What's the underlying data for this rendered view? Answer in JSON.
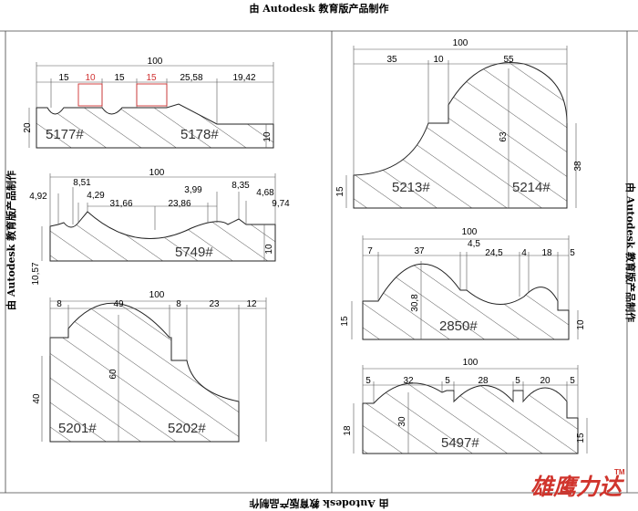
{
  "banner": {
    "text": "由 Autodesk 教育版产品制作"
  },
  "logo": {
    "brand": "雄鹰力达",
    "mark": "TM",
    "color": "#d0342c"
  },
  "profiles": [
    {
      "id": "p1",
      "labels": [
        "5177#",
        "5178#"
      ],
      "dims": {
        "total": "100",
        "segs": [
          "15",
          "10",
          "15",
          "15",
          "25,58",
          "19,42"
        ],
        "left_h": "20",
        "right_h": "10"
      }
    },
    {
      "id": "p2",
      "labels": [
        "5749#"
      ],
      "dims": {
        "total": "100",
        "top": [
          "8,51",
          "4,29",
          "31,66",
          "23,86",
          "3,99",
          "8,35"
        ],
        "side": [
          "4,92",
          "4,68",
          "9,74"
        ],
        "right_h": "10",
        "left_h": "10,57"
      }
    },
    {
      "id": "p3",
      "labels": [
        "5201#",
        "5202#"
      ],
      "dims": {
        "total": "100",
        "segs": [
          "8",
          "49",
          "8",
          "23",
          "12"
        ],
        "left_h": "40",
        "center_h": "60"
      }
    },
    {
      "id": "p4",
      "labels": [
        "5213#",
        "5214#"
      ],
      "dims": {
        "total": "100",
        "segs": [
          "35",
          "10",
          "55"
        ],
        "left_h": "15",
        "center_h": "63",
        "right_h": "38"
      }
    },
    {
      "id": "p5",
      "labels": [
        "2850#"
      ],
      "dims": {
        "total": "100",
        "segs": [
          "7",
          "37",
          "4,5",
          "24,5",
          "4",
          "18",
          "5"
        ],
        "left_h": "15",
        "center_h": "30,8",
        "right_h": "10"
      }
    },
    {
      "id": "p6",
      "labels": [
        "5497#"
      ],
      "dims": {
        "total": "100",
        "segs": [
          "5",
          "32",
          "5",
          "28",
          "5",
          "20",
          "5"
        ],
        "left_h": "18",
        "center_h": "30",
        "right_h": "15"
      }
    }
  ]
}
